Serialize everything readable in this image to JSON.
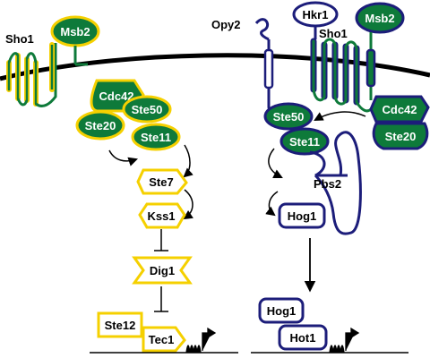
{
  "colors": {
    "yellow": "#f5d000",
    "green": "#0e7a3a",
    "navy": "#1c1d7a",
    "black": "#000000"
  },
  "left_pathway": {
    "sho1": "Sho1",
    "msb2": "Msb2",
    "cdc42": "Cdc42",
    "ste20": "Ste20",
    "ste50": "Ste50",
    "ste11": "Ste11",
    "ste7": "Ste7",
    "kss1": "Kss1",
    "dig1": "Dig1",
    "ste12": "Ste12",
    "tec1": "Tec1"
  },
  "right_pathway": {
    "opy2": "Opy2",
    "hkr1": "Hkr1",
    "sho1": "Sho1",
    "msb2": "Msb2",
    "cdc42": "Cdc42",
    "ste20": "Ste20",
    "ste50": "Ste50",
    "ste11": "Ste11",
    "pbs2": "Pbs2",
    "hog1": "Hog1",
    "hog1_nuclear": "Hog1",
    "hot1": "Hot1"
  }
}
